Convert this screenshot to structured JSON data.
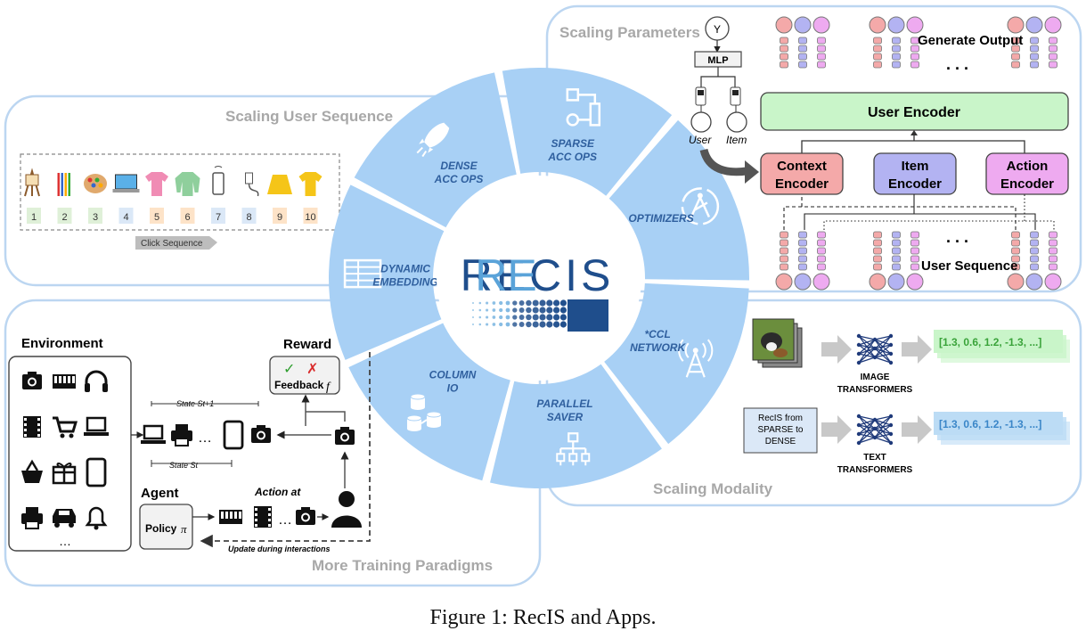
{
  "caption": "Figure 1: RecIS and Apps.",
  "center": {
    "logo": "RECIS",
    "sectors": [
      {
        "label_1": "DYNAMIC",
        "label_2": "EMBEDDING",
        "icon": "table-icon"
      },
      {
        "label_1": "DENSE",
        "label_2": "ACC OPS",
        "icon": "rocket-icon"
      },
      {
        "label_1": "SPARSE",
        "label_2": "ACC OPS",
        "icon": "flow-icon"
      },
      {
        "label_1": "OPTIMIZERS",
        "label_2": "",
        "icon": "compass-icon"
      },
      {
        "label_1": "*CCL",
        "label_2": "NETWORK",
        "icon": "antenna-icon"
      },
      {
        "label_1": "PARALLEL",
        "label_2": "SAVER",
        "icon": "hierarchy-icon"
      },
      {
        "label_1": "COLUMN",
        "label_2": "IO",
        "icon": "database-icon"
      }
    ]
  },
  "user_sequence": {
    "title": "Scaling User Sequence",
    "numbers": [
      "1",
      "2",
      "3",
      "4",
      "5",
      "6",
      "7",
      "8",
      "9",
      "10"
    ],
    "num_colors": [
      "#dff0d8",
      "#dff0d8",
      "#dff0d8",
      "#dbe8f7",
      "#fde3c8",
      "#fde3c8",
      "#dbe8f7",
      "#dbe8f7",
      "#fde3c8",
      "#fde3c8"
    ],
    "click_label": "Click Sequence"
  },
  "parameters": {
    "title": "Scaling Parameters",
    "y_label": "Y",
    "mlp_label": "MLP",
    "user_label": "User",
    "item_label": "Item",
    "generate_output": "Generate Output",
    "dots": ". . .",
    "user_encoder": "User Encoder",
    "context_encoder_1": "Context",
    "context_encoder_2": "Encoder",
    "item_encoder_1": "Item",
    "item_encoder_2": "Encoder",
    "action_encoder_1": "Action",
    "action_encoder_2": "Encoder",
    "user_sequence_label": "User  Sequence",
    "colors": {
      "red": "#f4a9a9",
      "blue": "#b3b3f2",
      "pink": "#eeaaf0",
      "green": "#c9f5c9"
    }
  },
  "modality": {
    "title": "Scaling Modality",
    "image_transformers_1": "IMAGE",
    "image_transformers_2": "TRANSFORMERS",
    "text_transformers_1": "TEXT",
    "text_transformers_2": "TRANSFORMERS",
    "recis_box_1": "RecIS from",
    "recis_box_2": "SPARSE to",
    "recis_box_3": "DENSE",
    "vector_image": "[1.3, 0.6, 1.2, -1.3, ...]",
    "vector_text": "[1.3, 0.6, 1.2, -1.3, ...]"
  },
  "training": {
    "title": "More Training Paradigms",
    "environment": "Environment",
    "reward": "Reward",
    "feedback": "Feedback",
    "feedback_f": "f",
    "state_next": "State St+1",
    "state": "State St",
    "agent": "Agent",
    "policy": "Policy",
    "policy_pi": "π",
    "action": "Action at",
    "update": "Update during interactions",
    "env_dots": "…"
  },
  "colors": {
    "panel_border": "#bcd6f1",
    "sector_fill": "#a8d0f5",
    "sector_text": "#2f5f9e",
    "logo_light": "#5aa3d9",
    "logo_dark": "#1f4e8c",
    "panel_title": "#a8a8a8"
  }
}
